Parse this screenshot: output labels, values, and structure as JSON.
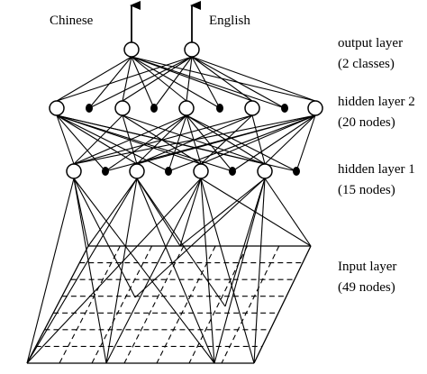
{
  "outputs": {
    "class_1": "Chinese",
    "class_2": "English"
  },
  "layers": {
    "output": {
      "name": "output layer",
      "size": "(2 classes)"
    },
    "hidden2": {
      "name": "hidden layer 2",
      "size": "(20 nodes)"
    },
    "hidden1": {
      "name": "hidden layer 1",
      "size": "(15 nodes)"
    },
    "input": {
      "name": "Input layer",
      "size": "(49 nodes)"
    }
  }
}
